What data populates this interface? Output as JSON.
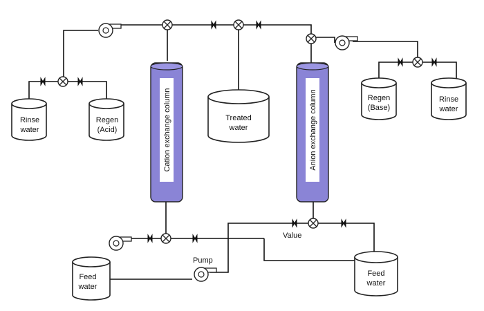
{
  "diagram": {
    "columns": {
      "cation": {
        "label": "Cation exchange column",
        "color": "#8a84d6"
      },
      "anion": {
        "label": "Anion exchange column",
        "color": "#8a84d6"
      }
    },
    "tanks": {
      "rinse_left": [
        "Rinse",
        "water"
      ],
      "regen_acid": [
        "Regen",
        "(Acid)"
      ],
      "treated": [
        "Treated",
        "water"
      ],
      "regen_base": [
        "Regen",
        "(Base)"
      ],
      "rinse_right": [
        "Rinse",
        "water"
      ],
      "feed_left": [
        "Feed",
        "water"
      ],
      "feed_right": [
        "Feed",
        "water"
      ]
    },
    "labels": {
      "pump": "Pump",
      "value": "Value"
    }
  }
}
